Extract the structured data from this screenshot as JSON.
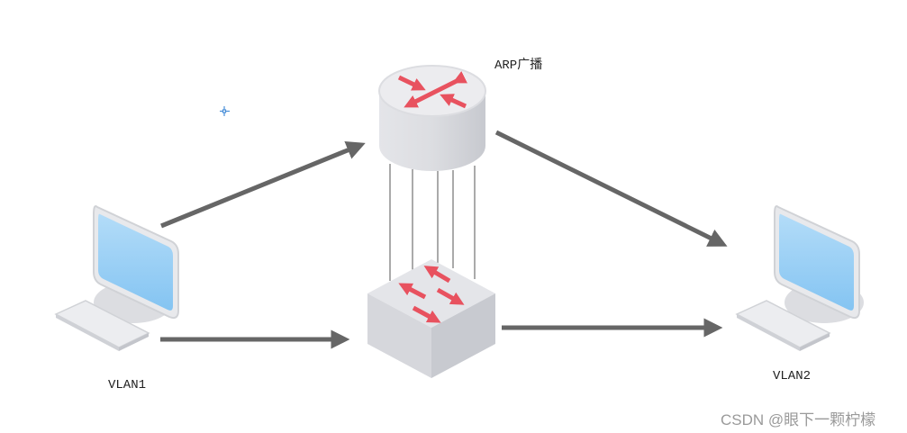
{
  "diagram": {
    "title": "VLAN ARP broadcast via router",
    "nodes": {
      "router": {
        "label": "ARP广播",
        "type": "router",
        "arrow_color": "#e8525f"
      },
      "switch": {
        "label": "",
        "type": "switch",
        "arrow_color": "#e8525f"
      },
      "pc_left": {
        "label": "VLAN1",
        "type": "computer",
        "screen_color": "#8ccbf5"
      },
      "pc_right": {
        "label": "VLAN2",
        "type": "computer",
        "screen_color": "#8ccbf5"
      }
    },
    "edges": [
      {
        "from": "pc_left",
        "to": "router",
        "color": "#666666"
      },
      {
        "from": "router",
        "to": "pc_right",
        "color": "#666666"
      },
      {
        "from": "pc_left",
        "to": "switch",
        "color": "#666666"
      },
      {
        "from": "switch",
        "to": "pc_right",
        "color": "#666666"
      }
    ],
    "trunk_link_count": 5,
    "cursor_icon": "crosshair-icon"
  },
  "watermark": "CSDN @眼下一颗柠檬"
}
